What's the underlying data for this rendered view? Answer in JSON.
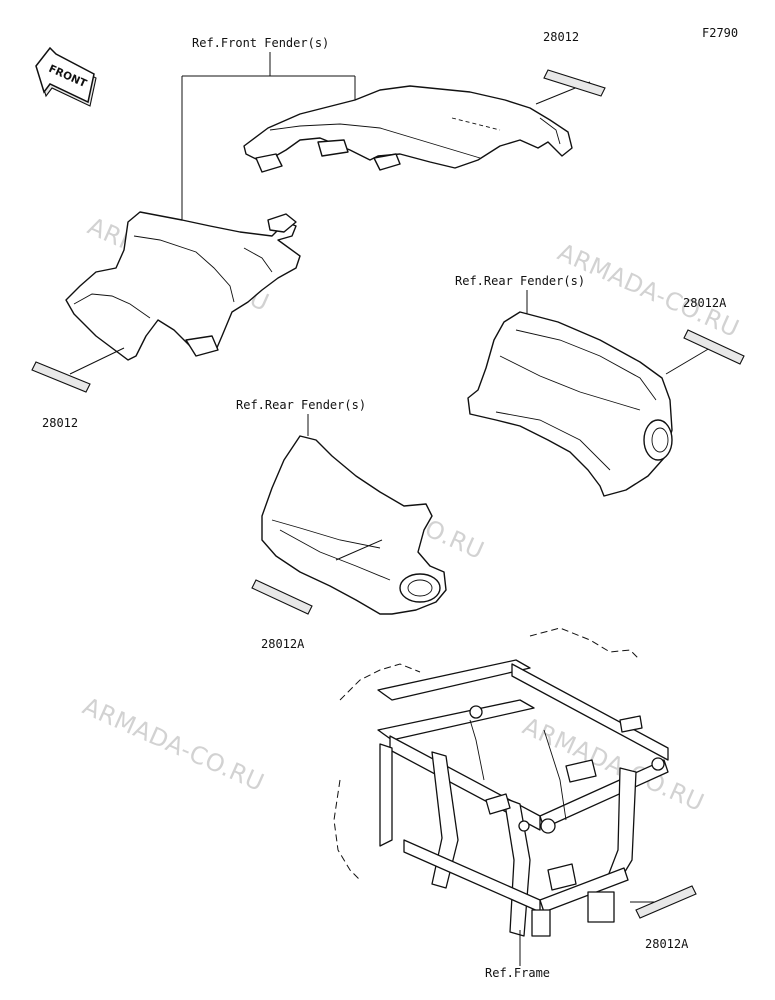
{
  "figure_code": "F2790",
  "front_arrow_text": "FRONT",
  "watermarks": [
    "ARMADA-CO.RU",
    "ARMADA-CO.RU",
    "ARMADA-CO.RU",
    "ARMADA-CO.RU",
    "ARMADA-CO.RU"
  ],
  "references": {
    "front_fender": "Ref.Front Fender(s)",
    "rear_fender_right": "Ref.Rear Fender(s)",
    "rear_fender_left": "Ref.Rear Fender(s)",
    "frame": "Ref.Frame"
  },
  "parts": {
    "label_front_top": "28012",
    "label_front_left": "28012",
    "label_rear_right": "28012A",
    "label_rear_left": "28012A",
    "label_frame": "28012A"
  }
}
